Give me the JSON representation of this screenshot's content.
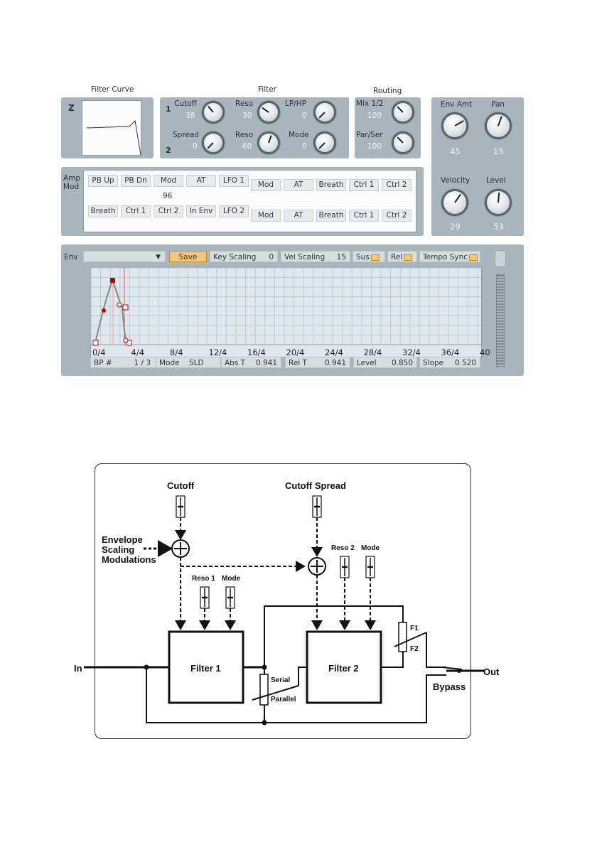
{
  "filter_curve": {
    "title": "Filter Curve",
    "z_label": "Z"
  },
  "filter": {
    "title": "Filter",
    "row1": {
      "number": "1",
      "cutoff_label": "Cutoff",
      "cutoff_value": "38",
      "reso_label": "Reso",
      "reso_value": "30",
      "lphp_label": "LP/HP",
      "lphp_value": "0"
    },
    "row2": {
      "number": "2",
      "spread_label": "Spread",
      "spread_value": "0",
      "reso_label": "Reso",
      "reso_value": "60",
      "mode_label": "Mode",
      "mode_value": "0"
    }
  },
  "routing": {
    "title": "Routing",
    "mix_label": "Mix 1/2",
    "mix_value": "100",
    "parser_label": "Par/Ser",
    "parser_value": "100"
  },
  "amp": {
    "env_amt_label": "Env Amt",
    "env_amt_value": "45",
    "pan_label": "Pan",
    "pan_value": "15",
    "velocity_label": "Velocity",
    "velocity_value": "29",
    "level_label": "Level",
    "level_value": "53"
  },
  "amp_mod": {
    "label": "Amp\nMod",
    "row1_sources": [
      "PB Up",
      "PB Dn",
      "Mod",
      "AT",
      "LFO 1"
    ],
    "row1_value": "96",
    "row2_sources": [
      "Breath",
      "Ctrl 1",
      "Ctrl 2",
      "In Env",
      "LFO 2"
    ],
    "targets_top": [
      "Mod",
      "AT",
      "Breath",
      "Ctrl 1",
      "Ctrl 2"
    ],
    "targets_bottom": [
      "Mod",
      "AT",
      "Breath",
      "Ctrl 1",
      "Ctrl 2"
    ]
  },
  "env": {
    "label": "Env",
    "save_label": "Save",
    "key_scaling_label": "Key Scaling",
    "key_scaling_value": "0",
    "vel_scaling_label": "Vel Scaling",
    "vel_scaling_value": "15",
    "sus_label": "Sus",
    "rel_label": "Rel",
    "tempo_sync_label": "Tempo Sync",
    "x_ticks": [
      "0/4",
      "4/4",
      "8/4",
      "12/4",
      "16/4",
      "20/4",
      "24/4",
      "28/4",
      "32/4",
      "36/4",
      "40"
    ],
    "status": {
      "bp_label": "BP #",
      "bp_value": "1 / 3",
      "mode_label": "Mode",
      "mode_value": "SLD",
      "abst_label": "Abs T",
      "abst_value": "0.941",
      "relt_label": "Rel T",
      "relt_value": "0.941",
      "level_label": "Level",
      "level_value": "0.850",
      "slope_label": "Slope",
      "slope_value": "0.520"
    }
  },
  "diagram": {
    "cutoff": "Cutoff",
    "cutoff_spread": "Cutoff Spread",
    "env_line1": "Envelope",
    "env_line2": "Scaling",
    "env_line3": "Modulations",
    "reso1": "Reso 1",
    "mode1": "Mode",
    "reso2": "Reso 2",
    "mode2": "Mode",
    "filter1": "Filter 1",
    "filter2": "Filter 2",
    "in": "In",
    "out": "Out",
    "bypass": "Bypass",
    "serial": "Serial",
    "parallel": "Parallel",
    "f1": "F1",
    "f2": "F2"
  }
}
